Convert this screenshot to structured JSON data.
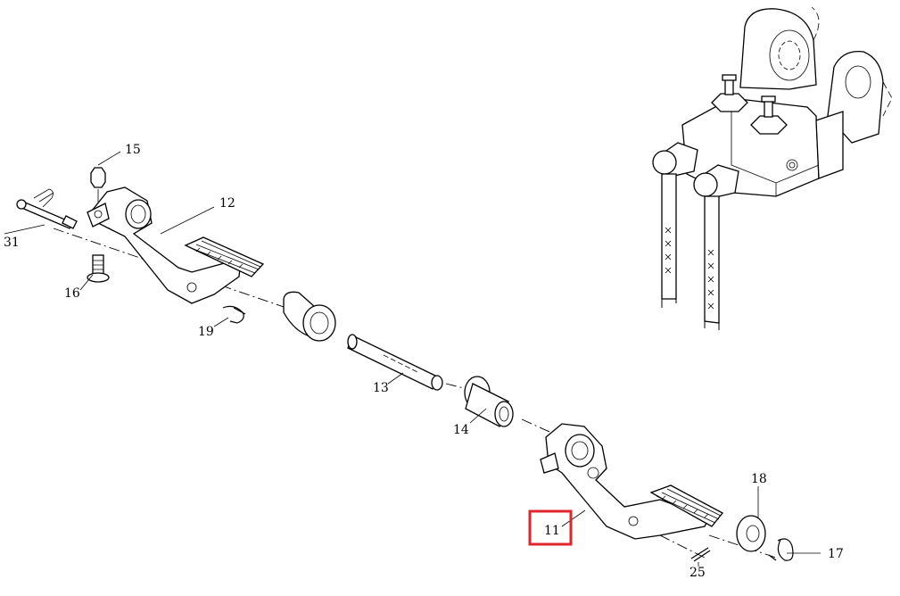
{
  "callouts": {
    "c31": "31",
    "c15": "15",
    "c12": "12",
    "c16": "16",
    "c19": "19",
    "c13": "13",
    "c14": "14",
    "c11": "11",
    "c18": "18",
    "c25": "25",
    "c17": "17"
  },
  "highlight": {
    "target": "11",
    "color": "#e0262c"
  }
}
